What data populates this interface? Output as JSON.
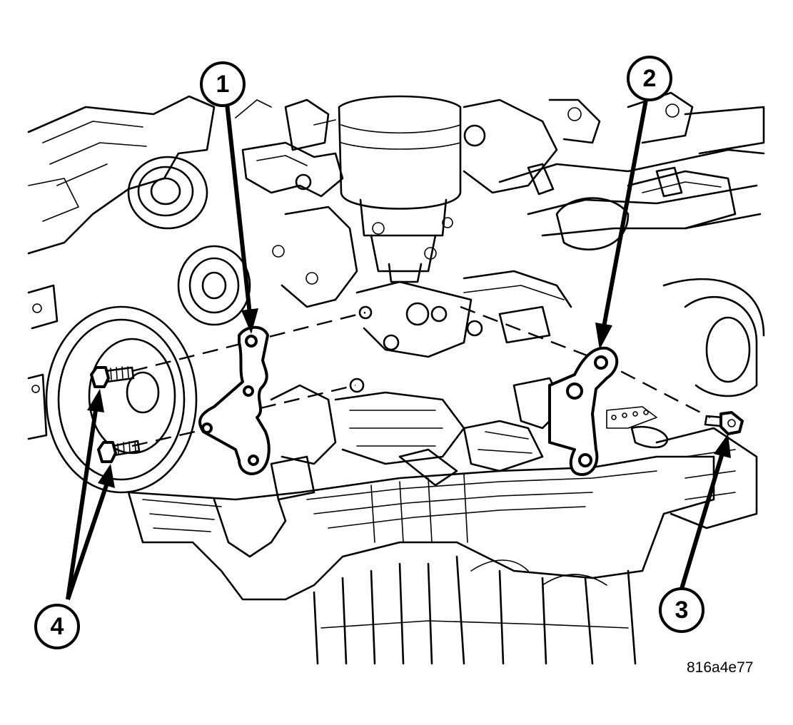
{
  "callouts": {
    "c1": "1",
    "c2": "2",
    "c3": "3",
    "c4": "4"
  },
  "figure_id": "816a4e77",
  "parts": {
    "left_bracket": "bracket-icon",
    "right_bracket": "bracket-icon",
    "bolt_upper": "bolt-icon",
    "bolt_lower": "bolt-icon",
    "bolt_right": "bolt-icon"
  },
  "colors": {
    "ink": "#000000",
    "paper": "#ffffff"
  }
}
